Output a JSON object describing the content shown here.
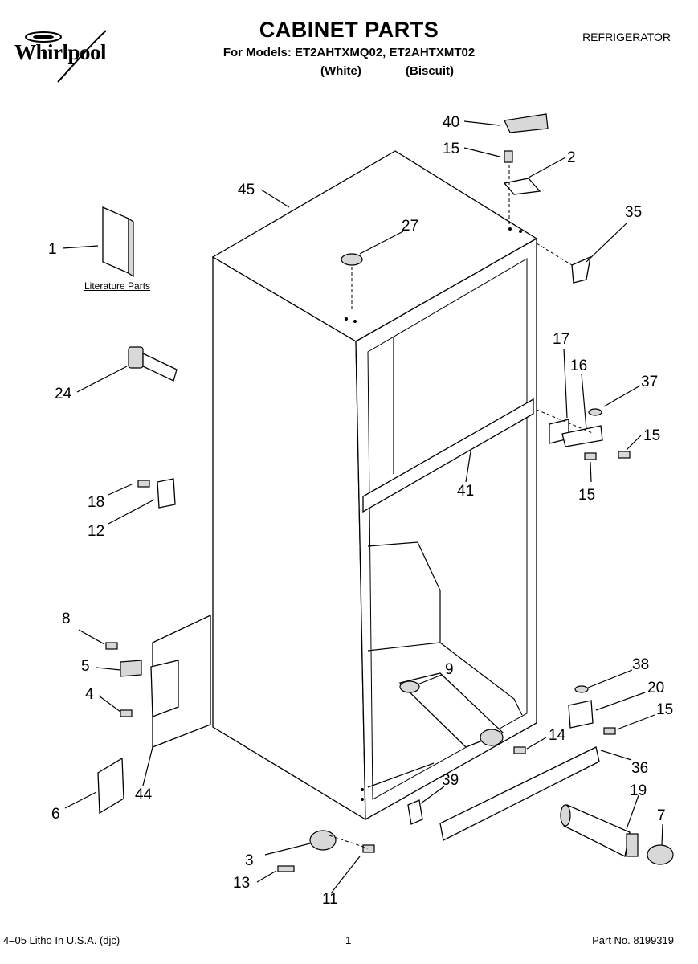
{
  "header": {
    "brand": "Whirlpool",
    "title": "CABINET PARTS",
    "models": "For Models: ET2AHTXMQ02, ET2AHTXMT02",
    "color_1": "(White)",
    "color_2": "(Biscuit)",
    "category": "REFRIGERATOR"
  },
  "literature_label": "Literature Parts",
  "callouts": [
    "40",
    "15",
    "2",
    "45",
    "27",
    "35",
    "1",
    "17",
    "16",
    "37",
    "15",
    "24",
    "15",
    "41",
    "18",
    "12",
    "8",
    "9",
    "38",
    "5",
    "20",
    "4",
    "15",
    "14",
    "36",
    "39",
    "19",
    "7",
    "6",
    "44",
    "3",
    "13",
    "11"
  ],
  "footer": {
    "left": "4–05 Litho In U.S.A. (djc)",
    "page": "1",
    "part_no": "Part No. 8199319"
  }
}
